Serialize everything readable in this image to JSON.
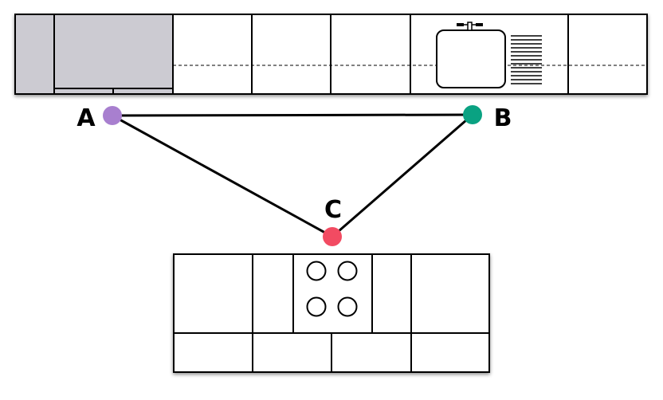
{
  "points": [
    {
      "id": "A",
      "label": "A",
      "color": "#a87fcf"
    },
    {
      "id": "B",
      "label": "B",
      "color": "#0aa282"
    },
    {
      "id": "C",
      "label": "C",
      "color": "#f24b62"
    }
  ],
  "connections": [
    [
      "A",
      "B"
    ],
    [
      "B",
      "C"
    ],
    [
      "C",
      "A"
    ]
  ],
  "colors": {
    "stroke": "#000000",
    "fridge_fill": "#cccbd2",
    "counter_fill": "#ffffff"
  },
  "top_counter": {
    "appliances": [
      "fridge-icon",
      "sink-icon",
      "dish-rack-icon"
    ]
  },
  "island": {
    "appliances": [
      "cooktop-icon"
    ],
    "burner_count": 4
  }
}
